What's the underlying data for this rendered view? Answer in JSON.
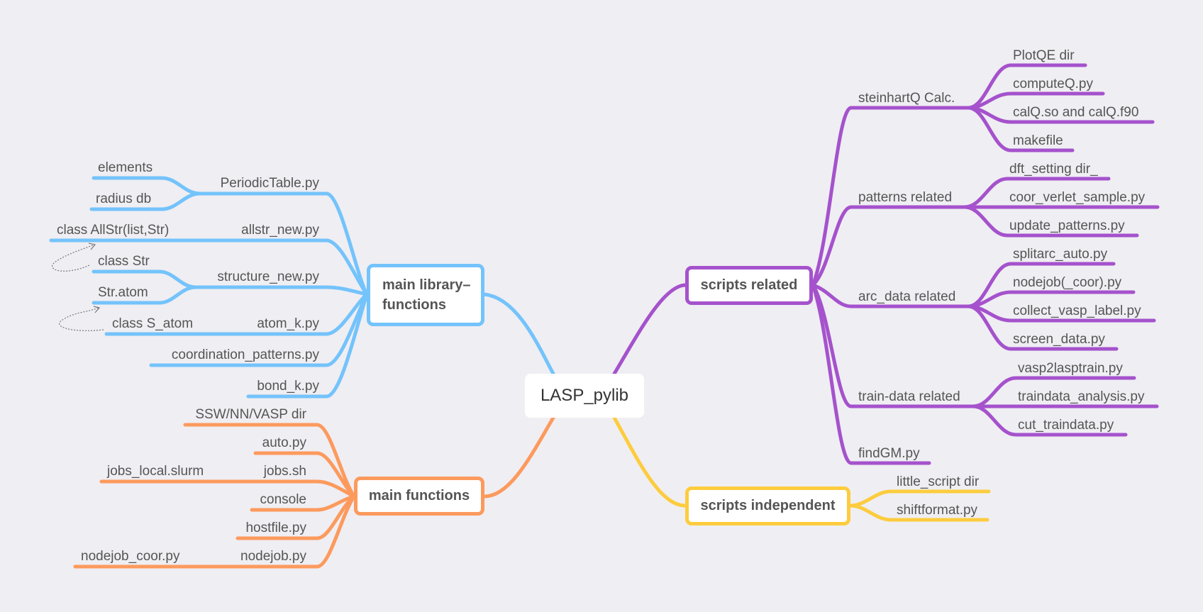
{
  "root": {
    "label": "LASP_pylib"
  },
  "colors": {
    "background": "#efeef3",
    "library": "#74c3fb",
    "functions": "#fc9a5d",
    "scripts": "#a552cc",
    "independent": "#fdcc3e"
  },
  "branches": {
    "library": {
      "label": "main library–\nfunctions",
      "children": [
        "PeriodicTable.py",
        "allstr_new.py",
        "structure_new.py",
        "atom_k.py",
        "coordination_patterns.py",
        "bond_k.py"
      ],
      "periodic_children": [
        "elements",
        "radius db"
      ],
      "allstr_child": "class AllStr(list,Str)",
      "structure_children": [
        "class Str",
        "Str.atom"
      ],
      "atom_child": "class S_atom"
    },
    "functions": {
      "label": "main functions",
      "children": [
        "SSW/NN/VASP dir",
        "auto.py",
        "jobs.sh",
        "console",
        "hostfile.py",
        "nodejob.py"
      ],
      "jobs_child": "jobs_local.slurm",
      "nodejob_child": "nodejob_coor.py"
    },
    "scripts": {
      "label": "scripts related",
      "children": [
        "steinhartQ Calc.",
        "patterns related",
        "arc_data related",
        "train-data related",
        "findGM.py"
      ],
      "steinhart_children": [
        "PlotQE dir",
        "computeQ.py",
        "calQ.so and calQ.f90",
        "makefile"
      ],
      "patterns_children": [
        "dft_setting dir_",
        "coor_verlet_sample.py",
        "update_patterns.py"
      ],
      "arc_children": [
        "splitarc_auto.py",
        "nodejob(_coor).py",
        "collect_vasp_label.py",
        "screen_data.py"
      ],
      "train_children": [
        "vasp2lasptrain.py",
        "traindata_analysis.py",
        "cut_traindata.py"
      ]
    },
    "independent": {
      "label": "scripts independent",
      "children": [
        "little_script dir",
        "shiftformat.py"
      ]
    }
  }
}
